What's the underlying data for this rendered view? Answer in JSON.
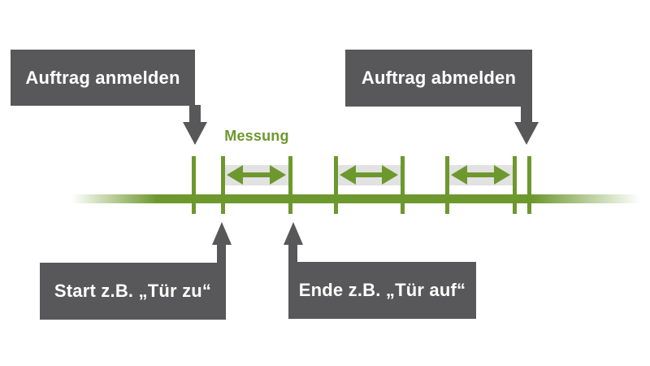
{
  "colors": {
    "green": "#6d982e",
    "dark_gray": "#58585a",
    "band_gray": "#e2e2e2",
    "background": "#ffffff",
    "text_on_dark": "#ffffff"
  },
  "callouts": {
    "register": {
      "label": "Auftrag anmelden"
    },
    "deregister": {
      "label": "Auftrag abmelden"
    },
    "start": {
      "label": "Start z.B. „Tür zu“"
    },
    "end": {
      "label": "Ende z.B. „Tür auf“"
    }
  },
  "timeline": {
    "measurement_label": "Messung",
    "ticks_x": [
      238,
      274,
      357,
      413,
      495,
      550,
      633,
      651
    ],
    "measurement_intervals": [
      {
        "from": 274,
        "to": 357
      },
      {
        "from": 413,
        "to": 495
      },
      {
        "from": 550,
        "to": 633
      }
    ]
  }
}
